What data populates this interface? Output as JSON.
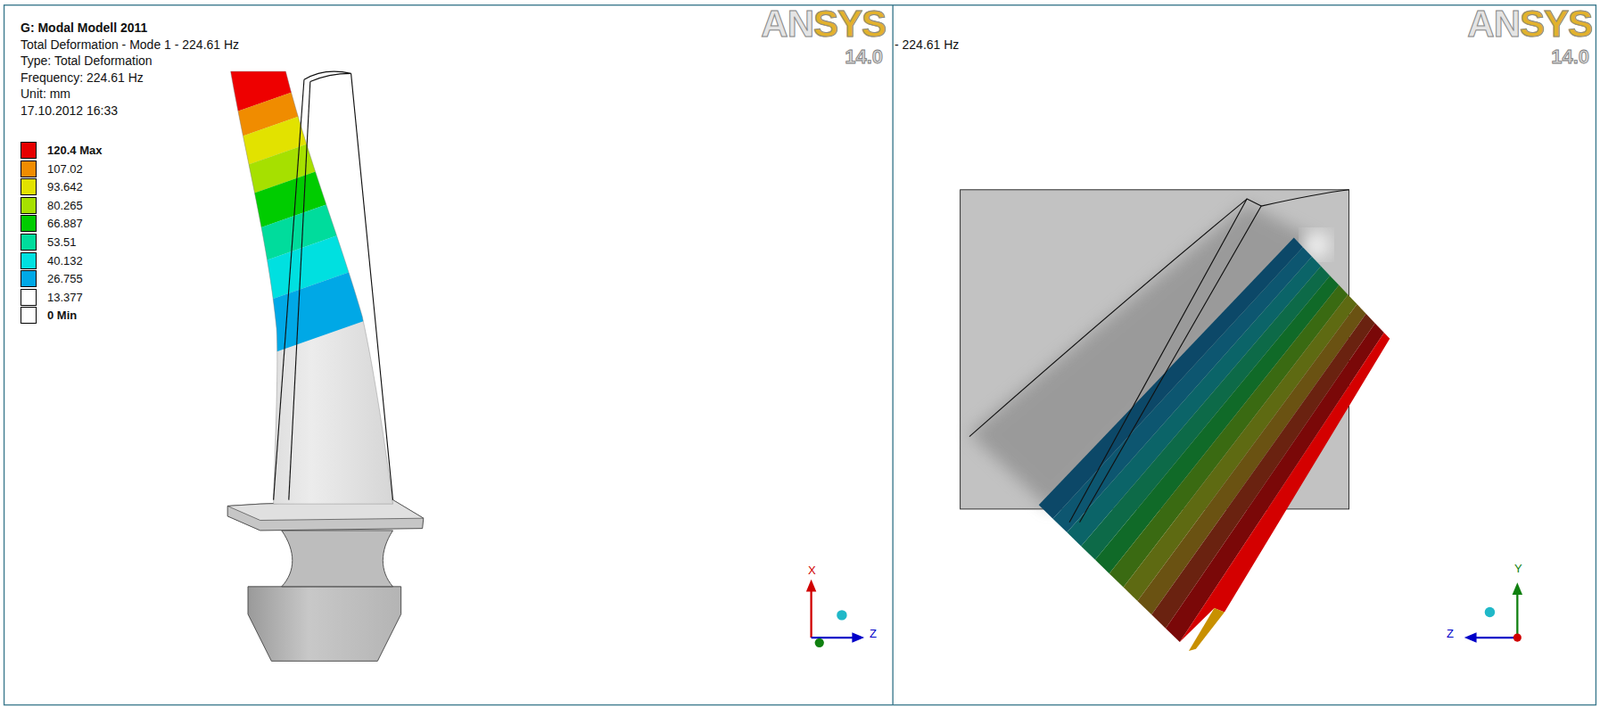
{
  "diagram": {
    "title": "G: Modal Modell 2011",
    "labels": [
      "Total Deformation - Mode 1 - 224.61 Hz",
      "Type: Total Deformation",
      "Frequency: 224.61 Hz",
      "Unit: mm",
      "17.10.2012 16:33",
      "ANSYS",
      "14.0",
      "- 224.61 Hz",
      "ANSYS",
      "14.0",
      "X",
      "Z",
      "Y",
      "Z"
    ],
    "legend": [
      {
        "text": "120.4 Max",
        "color": "#e60000"
      },
      {
        "text": "107.02",
        "color": "#f08c00"
      },
      {
        "text": "93.642",
        "color": "#e2e200"
      },
      {
        "text": "80.265",
        "color": "#a6e000"
      },
      {
        "text": "66.887",
        "color": "#00cc00"
      },
      {
        "text": "53.51",
        "color": "#00dc9c"
      },
      {
        "text": "40.132",
        "color": "#00e0e0"
      },
      {
        "text": "26.755",
        "color": "#00a8e6"
      },
      {
        "text": "13.377",
        "color": "#ffffff"
      },
      {
        "text": "0 Min",
        "color": "#ffffff"
      }
    ]
  }
}
